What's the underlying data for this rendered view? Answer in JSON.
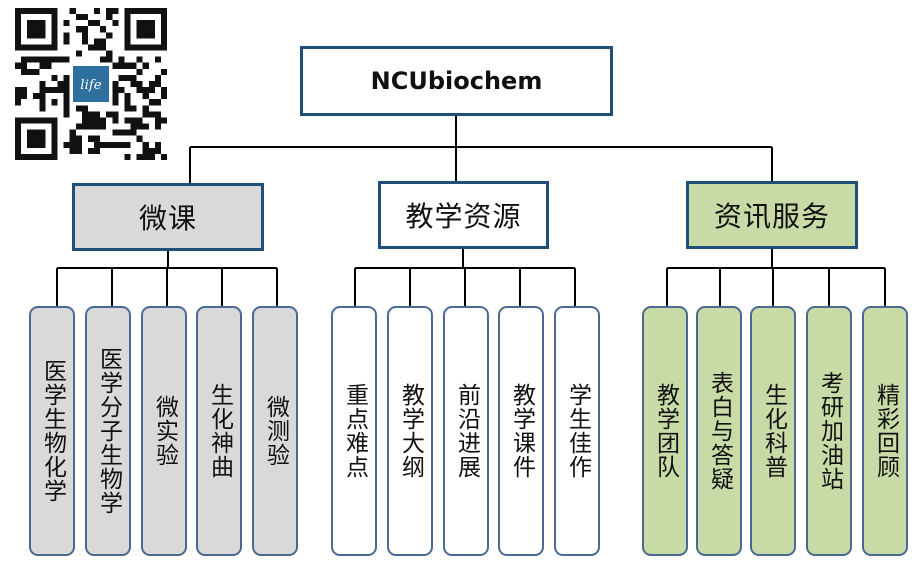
{
  "root": {
    "label": "NCUbiochem"
  },
  "qr": {
    "logo_text": "life"
  },
  "groups": [
    {
      "label": "微课",
      "color": "#d9d9d9",
      "items": [
        "医学生物化学",
        "医学分子生物学",
        "微实验",
        "生化神曲",
        "微测验"
      ]
    },
    {
      "label": "教学资源",
      "color": "#ffffff",
      "items": [
        "重点难点",
        "教学大纲",
        "前沿进展",
        "教学课件",
        "学生佳作"
      ]
    },
    {
      "label": "资讯服务",
      "color": "#c8dba7",
      "items": [
        "教学团队",
        "表白与答疑",
        "生化科普",
        "考研加油站",
        "精彩回顾"
      ]
    }
  ],
  "colors": {
    "border": "#1f4e79",
    "connector": "#000000"
  }
}
